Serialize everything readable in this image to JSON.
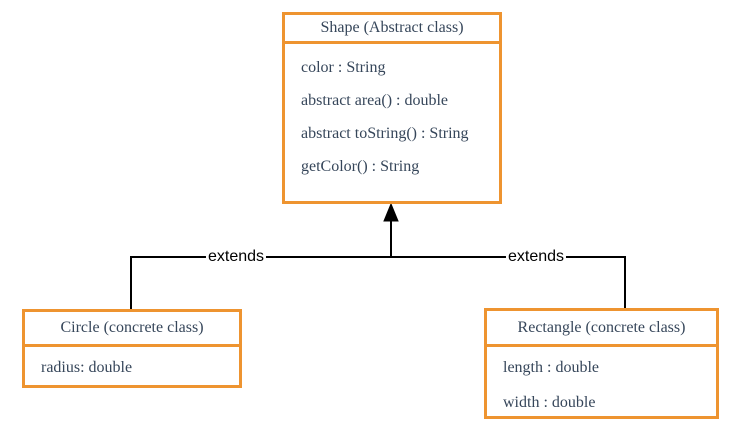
{
  "colors": {
    "box_border": "#EE9430",
    "box_fill": "#FFFFFF",
    "class_text": "#36465A",
    "connector": "#000000",
    "edge_label_text": "#000000",
    "background": "#FFFFFF"
  },
  "diagram": {
    "type": "uml-class-diagram",
    "classes": [
      {
        "name": "Shape",
        "title": "Shape (Abstract class)",
        "members": [
          "color : String",
          "abstract area() : double",
          "abstract toString() : String",
          "getColor() : String"
        ]
      },
      {
        "name": "Circle",
        "title": "Circle (concrete class)",
        "members": [
          "radius: double"
        ]
      },
      {
        "name": "Rectangle",
        "title": "Rectangle (concrete class)",
        "members": [
          "length : double",
          "width : double"
        ]
      }
    ],
    "edges": [
      {
        "from": "Circle",
        "to": "Shape",
        "label": "extends",
        "arrow": "solid-triangle-up"
      },
      {
        "from": "Rectangle",
        "to": "Shape",
        "label": "extends",
        "arrow": "solid-triangle-up"
      }
    ]
  }
}
